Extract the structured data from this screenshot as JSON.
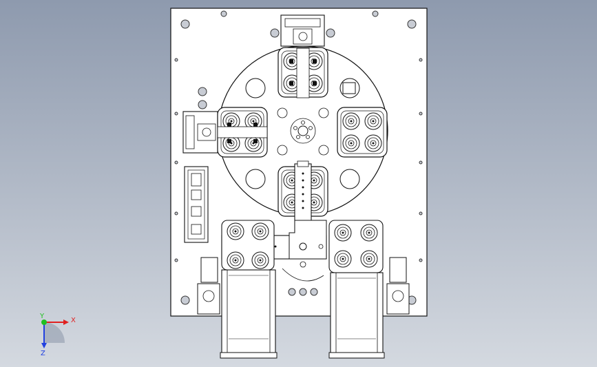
{
  "viewport": {
    "background_top": "#8e9aae",
    "background_bottom": "#d4d9e0"
  },
  "triad": {
    "x_label": "X",
    "y_label": "Y",
    "z_label": "Z",
    "x_color": "#e02020",
    "y_color": "#20c020",
    "z_color": "#2040e0"
  },
  "drawing": {
    "plate_fill": "#ffffff",
    "line_color": "#1a1a1a",
    "hole_fill": "#c8ccd4",
    "rotary_table_stations": 4,
    "feed_conveyors": 2,
    "tray_cups_per_station": 4
  }
}
